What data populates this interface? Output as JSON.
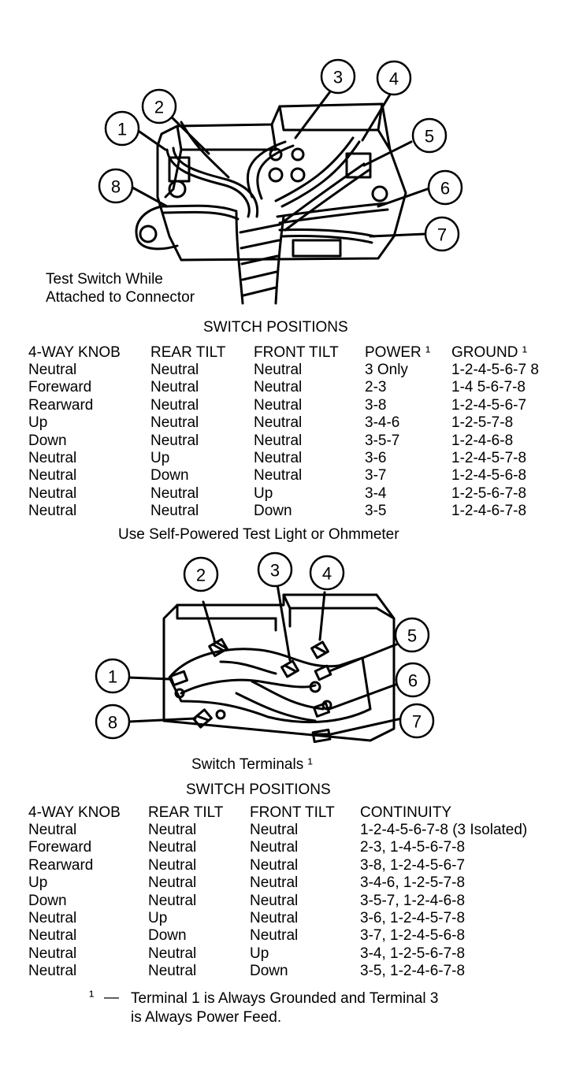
{
  "figure_top": {
    "caption_line1": "Test Switch While",
    "caption_line2": "Attached to Connector",
    "callouts": [
      "1",
      "2",
      "3",
      "4",
      "5",
      "6",
      "7",
      "8"
    ]
  },
  "table1": {
    "title": "SWITCH POSITIONS",
    "headers": [
      "4-WAY KNOB",
      "REAR TILT",
      "FRONT TILT",
      "POWER ¹",
      "GROUND ¹"
    ],
    "rows": [
      [
        "Neutral",
        "Neutral",
        "Neutral",
        "3 Only",
        "1-2-4-5-6-7 8"
      ],
      [
        "Foreward",
        "Neutral",
        "Neutral",
        "2-3",
        "1-4 5-6-7-8"
      ],
      [
        "Rearward",
        "Neutral",
        "Neutral",
        "3-8",
        "1-2-4-5-6-7"
      ],
      [
        "Up",
        "Neutral",
        "Neutral",
        "3-4-6",
        "1-2-5-7-8"
      ],
      [
        "Down",
        "Neutral",
        "Neutral",
        "3-5-7",
        "1-2-4-6-8"
      ],
      [
        "Neutral",
        "Up",
        "Neutral",
        "3-6",
        "1-2-4-5-7-8"
      ],
      [
        "Neutral",
        "Down",
        "Neutral",
        "3-7",
        "1-2-4-5-6-8"
      ],
      [
        "Neutral",
        "Neutral",
        "Up",
        "3-4",
        "1-2-5-6-7-8"
      ],
      [
        "Neutral",
        "Neutral",
        "Down",
        "3-5",
        "1-2-4-6-7-8"
      ]
    ],
    "note": "Use Self-Powered Test Light or Ohmmeter"
  },
  "figure_bottom": {
    "caption": "Switch Terminals ¹",
    "callouts": [
      "1",
      "2",
      "3",
      "4",
      "5",
      "6",
      "7",
      "8"
    ]
  },
  "table2": {
    "title": "SWITCH POSITIONS",
    "headers": [
      "4-WAY KNOB",
      "REAR TILT",
      "FRONT TILT",
      "CONTINUITY"
    ],
    "rows": [
      [
        "Neutral",
        "Neutral",
        "Neutral",
        "1-2-4-5-6-7-8 (3 Isolated)"
      ],
      [
        "Foreward",
        "Neutral",
        "Neutral",
        "2-3, 1-4-5-6-7-8"
      ],
      [
        "Rearward",
        "Neutral",
        "Neutral",
        "3-8, 1-2-4-5-6-7"
      ],
      [
        "Up",
        "Neutral",
        "Neutral",
        "3-4-6, 1-2-5-7-8"
      ],
      [
        "Down",
        "Neutral",
        "Neutral",
        "3-5-7, 1-2-4-6-8"
      ],
      [
        "Neutral",
        "Up",
        "Neutral",
        "3-6, 1-2-4-5-7-8"
      ],
      [
        "Neutral",
        "Down",
        "Neutral",
        "3-7, 1-2-4-5-6-8"
      ],
      [
        "Neutral",
        "Neutral",
        "Up",
        "3-4, 1-2-5-6-7-8"
      ],
      [
        "Neutral",
        "Neutral",
        "Down",
        "3-5, 1-2-4-6-7-8"
      ]
    ]
  },
  "footnote": {
    "marker": "¹",
    "dash": "—",
    "line1": "Terminal 1 is Always Grounded and Terminal 3",
    "line2": "is Always Power Feed."
  }
}
